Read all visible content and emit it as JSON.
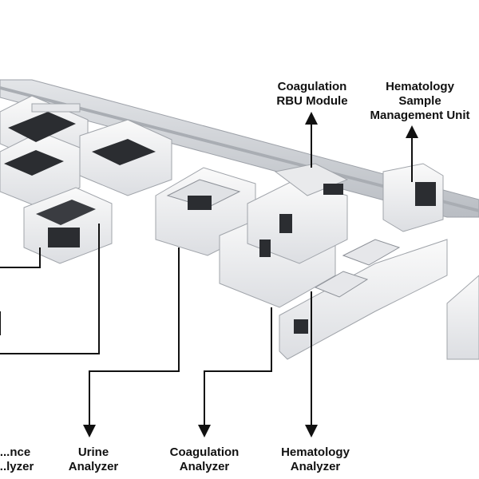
{
  "labels": {
    "coag_rbu": [
      "Coagulation",
      "RBU Module"
    ],
    "hema_smu": [
      "Hematology",
      "Sample",
      "Management Unit"
    ],
    "immuno": [
      "...nce",
      "...lyzer"
    ],
    "urine": [
      "Urine",
      "Analyzer"
    ],
    "coag": [
      "Coagulation",
      "Analyzer"
    ],
    "hema": [
      "Hematology",
      "Analyzer"
    ]
  },
  "colors": {
    "machine_body": "#f1f2f4",
    "machine_shade": "#d7d9dd",
    "machine_dark": "#2b2d31",
    "track": "#c9ccd1",
    "leader_line": "#111111",
    "accent": "#4fa2d8"
  }
}
